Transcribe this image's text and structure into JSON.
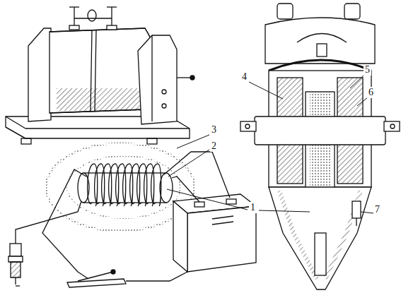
{
  "diagram": {
    "labels": [
      "3",
      "2",
      "1",
      "4",
      "5",
      "6",
      "7"
    ]
  }
}
